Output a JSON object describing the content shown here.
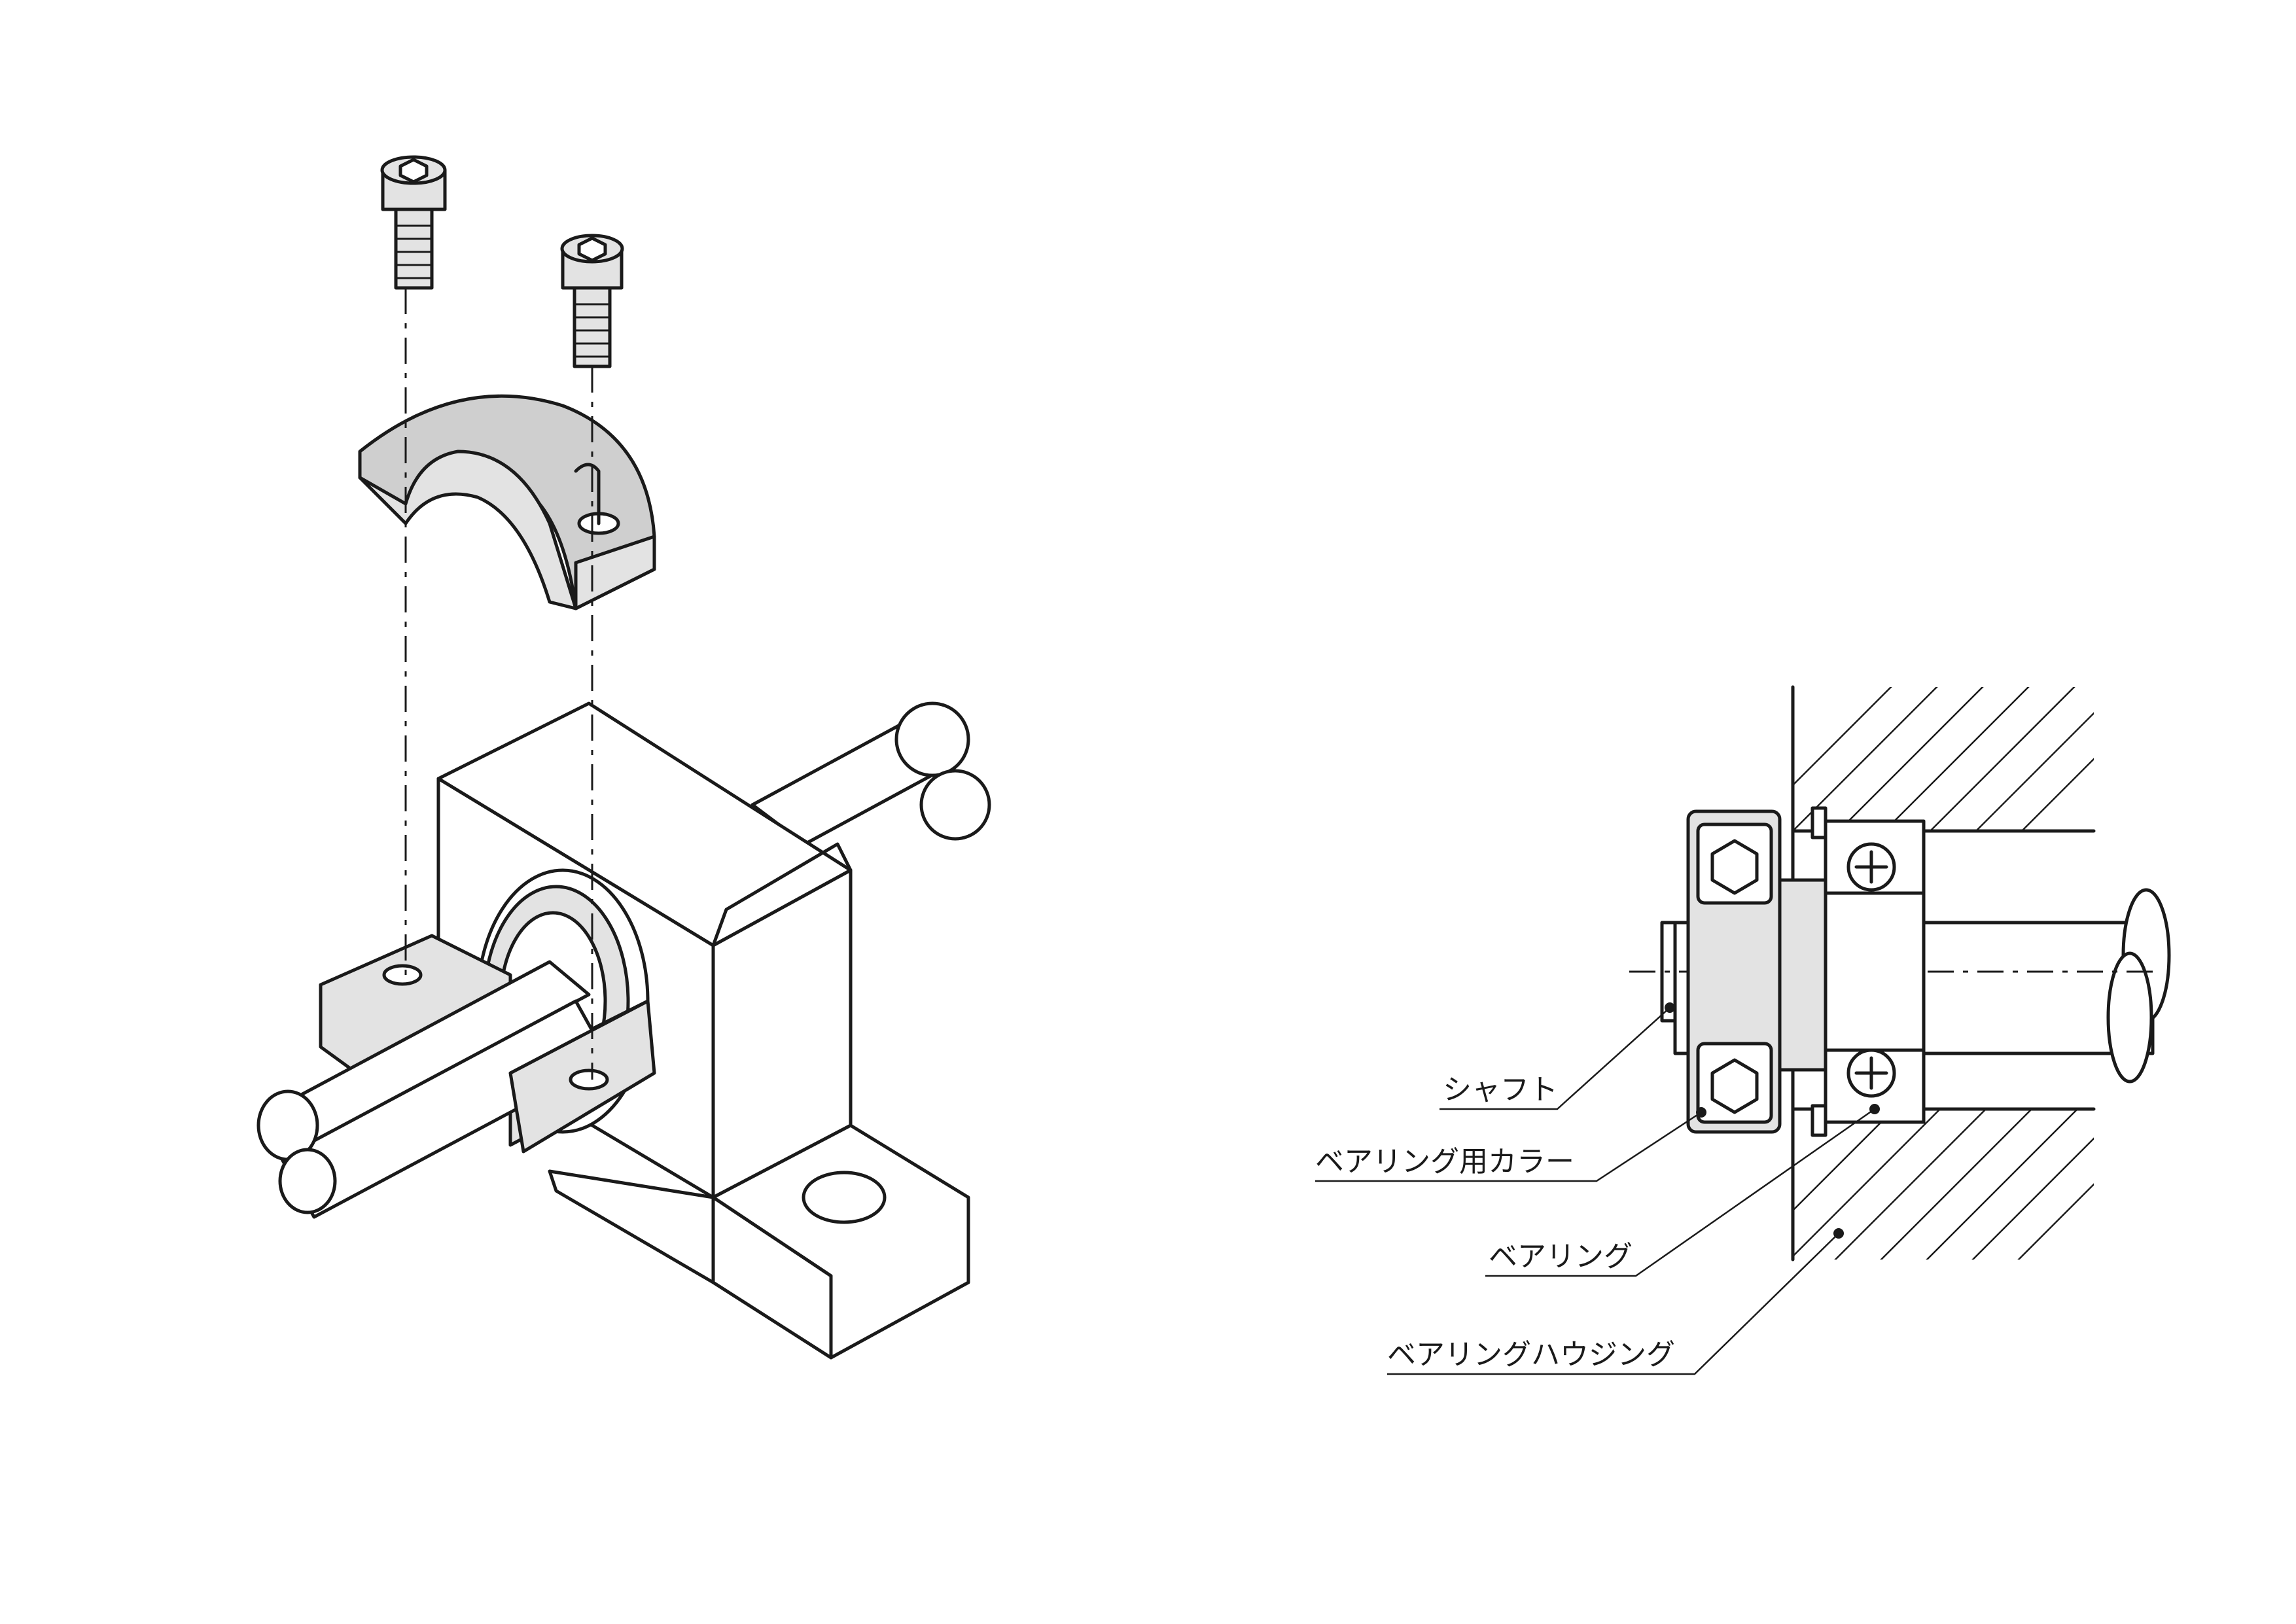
{
  "labels": {
    "shaft": "シャフト",
    "collar": "ベアリング用カラー",
    "bearing": "ベアリング",
    "housing": "ベアリングハウジング"
  },
  "icons": [
    "hex-socket-screw-icon",
    "plus-icon"
  ],
  "colors": {
    "line": "#1a1a1a",
    "part_fill": "#e3e3e3",
    "background": "#ffffff"
  }
}
